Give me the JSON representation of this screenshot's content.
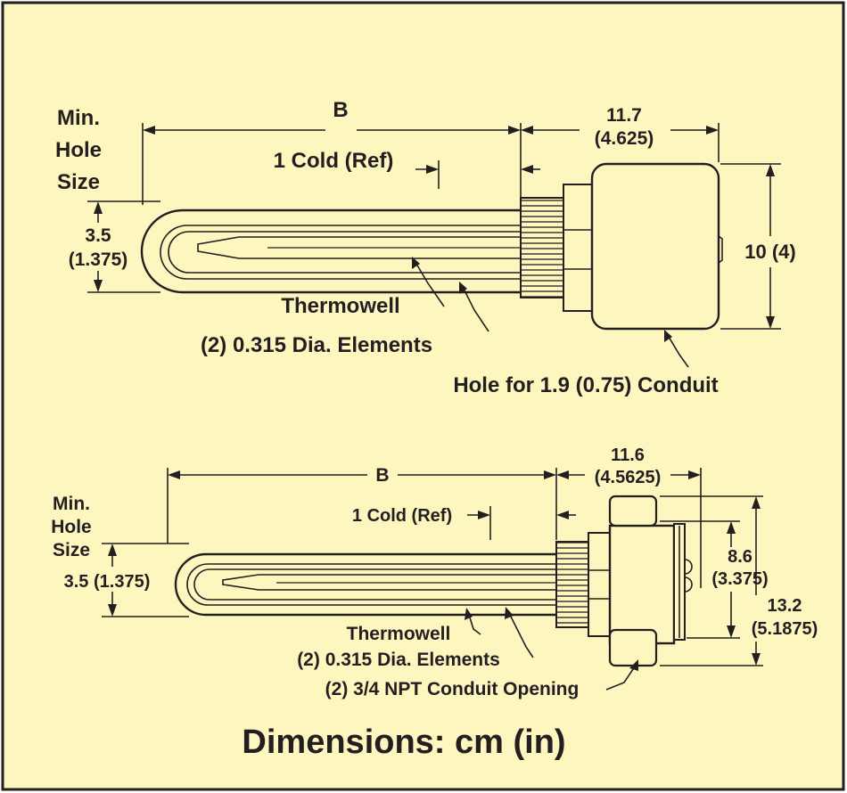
{
  "colors": {
    "background": "#fdf6bf",
    "ink": "#231f20",
    "border": "#231f20"
  },
  "top": {
    "min_hole_1": "Min.",
    "min_hole_2": "Hole",
    "min_hole_3": "Size",
    "b_label": "B",
    "cold_ref": "1 Cold (Ref)",
    "head_len": "11.7",
    "head_len_in": "(4.625)",
    "hole_dia": "3.5",
    "hole_dia_in": "(1.375)",
    "height": "10 (4)",
    "thermowell": "Thermowell",
    "elements": "(2) 0.315  Dia. Elements",
    "conduit": "Hole for 1.9 (0.75) Conduit"
  },
  "bottom": {
    "min_hole_1": "Min.",
    "min_hole_2": "Hole",
    "min_hole_3": "Size",
    "b_label": "B",
    "cold_ref": "1 Cold (Ref)",
    "head_len": "11.6",
    "head_len_in": "(4.5625)",
    "hole_dia": "3.5 (1.375)",
    "inner_h": "8.6",
    "inner_h_in": "(3.375)",
    "outer_h": "13.2",
    "outer_h_in": "(5.1875)",
    "thermowell": "Thermowell",
    "elements": "(2) 0.315 Dia. Elements",
    "conduit": "(2) 3/4 NPT Conduit Opening"
  },
  "footer": {
    "title": "Dimensions: cm (in)"
  }
}
